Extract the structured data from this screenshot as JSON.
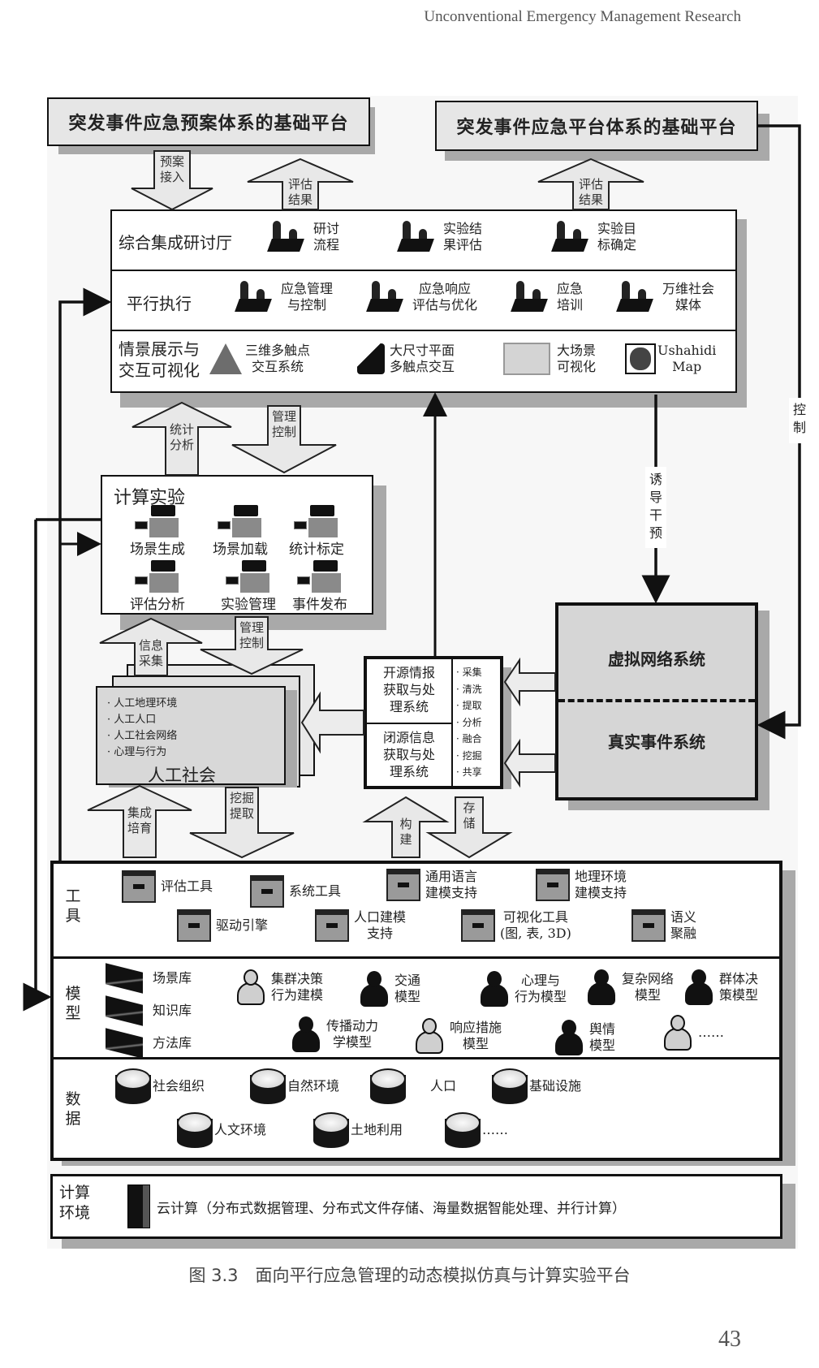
{
  "page": {
    "running_head": "Unconventional Emergency Management Research",
    "page_number": "43",
    "caption": "图 3.3　面向平行应急管理的动态模拟仿真与计算实验平台"
  },
  "top": {
    "left_platform": "突发事件应急预案体系的基础平台",
    "right_platform": "突发事件应急平台体系的基础平台",
    "arrow_plan_access": [
      "预案",
      "接入"
    ],
    "arrow_eval_left": [
      "评估",
      "结果"
    ],
    "arrow_eval_right": [
      "评估",
      "结果"
    ]
  },
  "hall": {
    "label": "综合集成研讨厅",
    "items": [
      {
        "icon": "meeting-icon",
        "text": [
          "研讨",
          "流程"
        ]
      },
      {
        "icon": "meeting-icon",
        "text": [
          "实验结",
          "果评估"
        ]
      },
      {
        "icon": "meeting-icon",
        "text": [
          "实验目",
          "标确定"
        ]
      }
    ]
  },
  "parallel": {
    "label": "平行执行",
    "items": [
      {
        "icon": "meeting-icon",
        "text": [
          "应急管理",
          "与控制"
        ]
      },
      {
        "icon": "meeting-icon",
        "text": [
          "应急响应",
          "评估与优化"
        ]
      },
      {
        "icon": "meeting-icon",
        "text": [
          "应急",
          "培训"
        ]
      },
      {
        "icon": "meeting-icon",
        "text": [
          "万维社会",
          "媒体"
        ]
      }
    ]
  },
  "visual": {
    "label": [
      "情景展示与",
      "交互可视化"
    ],
    "items": [
      {
        "icon": "pyramid-icon",
        "text": [
          "三维多触点",
          "交互系统"
        ]
      },
      {
        "icon": "touch-table-icon",
        "text": [
          "大尺寸平面",
          "多触点交互"
        ]
      },
      {
        "icon": "screen-icon",
        "text": [
          "大场景",
          "可视化"
        ]
      },
      {
        "icon": "map-icon",
        "text": [
          "Ushahidi",
          "Map"
        ]
      }
    ]
  },
  "arrows_mid": {
    "stat_analysis": [
      "统计",
      "分析"
    ],
    "mgmt_control_1": [
      "管理",
      "控制"
    ],
    "info_collect": [
      "信息",
      "采集"
    ],
    "mgmt_control_2": [
      "管理",
      "控制"
    ],
    "integrate_cultivate": [
      "集成",
      "培育"
    ],
    "mine_extract": [
      "挖掘",
      "提取"
    ],
    "build": [
      "构",
      "建"
    ],
    "store": [
      "存",
      "储"
    ],
    "induce_intervene": [
      "诱",
      "导",
      "干",
      "预"
    ],
    "control": [
      "控",
      "制"
    ]
  },
  "experiment": {
    "title": "计算实验",
    "items": [
      "场景生成",
      "场景加载",
      "统计标定",
      "评估分析",
      "实验管理",
      "事件发布"
    ]
  },
  "society": {
    "title": "人工社会",
    "bullets": [
      "· 人工地理环境",
      "· 人工人口",
      "· 人工社会网络",
      "· 心理与行为"
    ]
  },
  "intel": {
    "open_source": [
      "开源情报",
      "获取与处",
      "理系统"
    ],
    "closed_source": [
      "闭源信息",
      "获取与处",
      "理系统"
    ],
    "steps": [
      "· 采集",
      "· 清洗",
      "· 提取",
      "· 分析",
      "· 融合",
      "· 挖掘",
      "· 共享"
    ]
  },
  "systems": {
    "virtual": "虚拟网络系统",
    "real": "真实事件系统"
  },
  "tools": {
    "label": [
      "工",
      "具"
    ],
    "row1": [
      [
        "评估工具"
      ],
      [
        "系统工具"
      ],
      [
        "通用语言",
        "建模支持"
      ],
      [
        "地理环境",
        "建模支持"
      ]
    ],
    "row2": [
      [
        "驱动引擎"
      ],
      [
        "人口建模",
        "支持"
      ],
      [
        "可视化工具",
        "(图, 表, 3D)"
      ],
      [
        "语义",
        "聚融"
      ]
    ]
  },
  "models": {
    "label": [
      "模",
      "型"
    ],
    "libraries": [
      "场景库",
      "知识库",
      "方法库"
    ],
    "row1": [
      [
        "集群决策",
        "行为建模"
      ],
      [
        "交通",
        "模型"
      ],
      [
        "心理与",
        "行为模型"
      ],
      [
        "复杂网络",
        "模型"
      ],
      [
        "群体决",
        "策模型"
      ]
    ],
    "row2": [
      [
        "传播动力",
        "学模型"
      ],
      [
        "响应措施",
        "模型"
      ],
      [
        "舆情",
        "模型"
      ],
      [
        "……"
      ]
    ]
  },
  "data": {
    "label": [
      "数",
      "据"
    ],
    "row1": [
      "社会组织",
      "自然环境",
      "人口",
      "基础设施"
    ],
    "row2": [
      "人文环境",
      "土地利用",
      "……"
    ]
  },
  "compute": {
    "label": [
      "计算",
      "环境"
    ],
    "text": "云计算（分布式数据管理、分布式文件存储、海量数据智能处理、并行计算）"
  }
}
